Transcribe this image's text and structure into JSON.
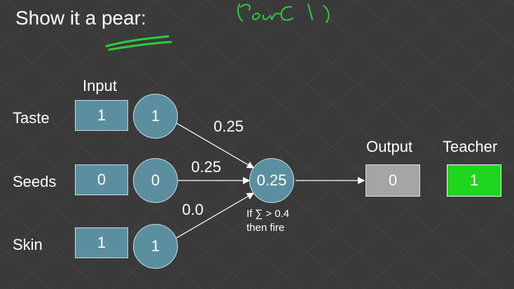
{
  "title": "Show it a pear:",
  "headers": {
    "input": "Input",
    "output": "Output",
    "teacher": "Teacher"
  },
  "rows": [
    {
      "label": "Taste",
      "input": "1",
      "node": "1",
      "weight": "0.25"
    },
    {
      "label": "Seeds",
      "input": "0",
      "node": "0",
      "weight": "0.25"
    },
    {
      "label": "Skin",
      "input": "1",
      "node": "1",
      "weight": "0.0"
    }
  ],
  "neuron": {
    "value": "0.25",
    "rule_line1": "If ∑ > 0.4",
    "rule_line2": "then fire"
  },
  "output": {
    "value": "0"
  },
  "teacher": {
    "value": "1"
  },
  "colors": {
    "background": "#3a3a3a",
    "node_fill": "#5b8fa0",
    "output_fill": "#a5a5a5",
    "teacher_fill": "#1ed61e",
    "ink_green": "#2ecc40"
  }
}
